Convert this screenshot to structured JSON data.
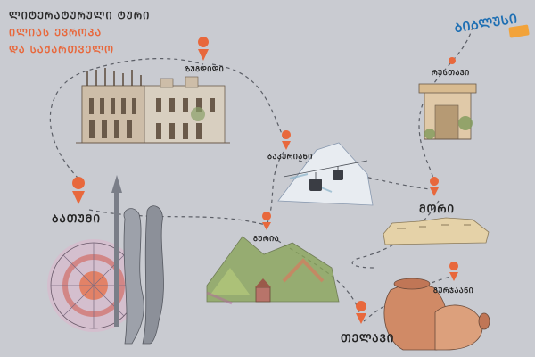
{
  "title": {
    "line1": "ᲚᲘᲢᲔᲠᲐᲢᲣᲠᲣᲚᲘ ᲢᲣᲠᲘ",
    "line2": "ᲘᲚᲘᲐᲡ ᲔᲕᲠᲝᲞᲐ",
    "line3": "ᲓᲐ ᲡᲐᲥᲐᲠᲗᲕᲔᲚᲝ"
  },
  "brand": {
    "name": "ᲑᲘᲑᲚᲣᲡᲘ"
  },
  "places": {
    "zugdidi": "ᲖᲣᲒᲓᲘᲓᲘ",
    "rustavi": "ᲠᲣᲡᲗᲐᲕᲘ",
    "bakuriani": "ᲑᲐᲙᲣᲠᲘᲐᲜᲘ",
    "batumi": "ᲑᲐᲗᲣᲛᲘ",
    "mori": "ᲛᲝᲠᲘ",
    "guria": "ᲒᲣᲠᲘᲐ",
    "gurjaani": "ᲒᲣᲠᲯᲐᲐᲜᲘ",
    "telavi": "ᲗᲔᲚᲐᲕᲘ"
  },
  "colors": {
    "background": "#c9cbd1",
    "accent": "#e8683c",
    "brand": "#1e6fb3",
    "brand_tag": "#f2a33a"
  },
  "icons": [
    "location-pin-icon"
  ]
}
